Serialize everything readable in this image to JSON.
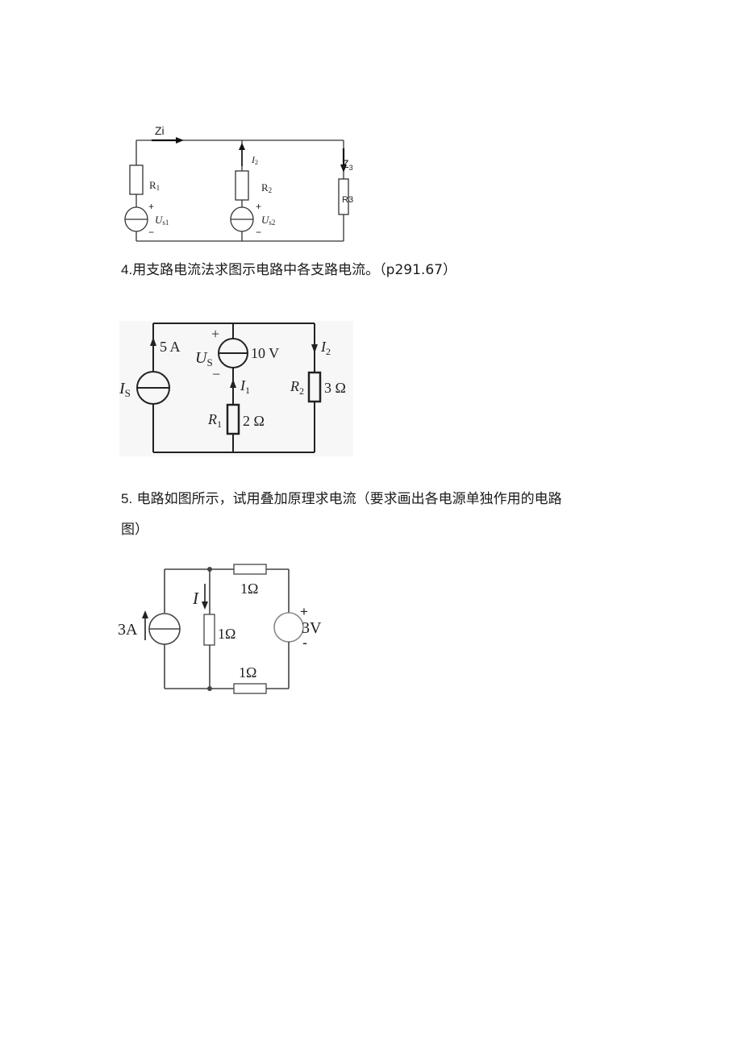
{
  "fig1": {
    "zi": "Zi",
    "r1": "R",
    "r1_sub": "1",
    "i2": "I",
    "i2_sub": "2",
    "r2": "R",
    "r2_sub": "2",
    "z3": "Z",
    "z3_sub": "3",
    "r3": "R3",
    "us1": "U",
    "us1_sub": "s1",
    "us2": "U",
    "us2_sub": "s2",
    "plus": "+",
    "minus": "−"
  },
  "q4": {
    "number": "4.",
    "text": "用支路电流法求图示电路中各支路电流。",
    "ref": "（p291.67）"
  },
  "fig2": {
    "is_val": "5 A",
    "is_name": "I",
    "is_sub": "S",
    "us_name": "U",
    "us_sub": "S",
    "us_val": "10 V",
    "plus": "+",
    "minus": "−",
    "i1": "I",
    "i1_sub": "1",
    "r1": "R",
    "r1_sub": "1",
    "r1_val": "2 Ω",
    "i2": "I",
    "i2_sub": "2",
    "r2": "R",
    "r2_sub": "2",
    "r2_val": "3 Ω"
  },
  "q5": {
    "number": "5.",
    "line1": " 电路如图所示，试用叠加原理求电流（要求画出各电源单独作用的电路",
    "line2": "图）"
  },
  "fig3": {
    "top_r": "1Ω",
    "mid_r": "1Ω",
    "bot_r": "1Ω",
    "cur_src": "3A",
    "volt_src": "3V",
    "i": "I",
    "plus": "+",
    "minus": "-"
  }
}
